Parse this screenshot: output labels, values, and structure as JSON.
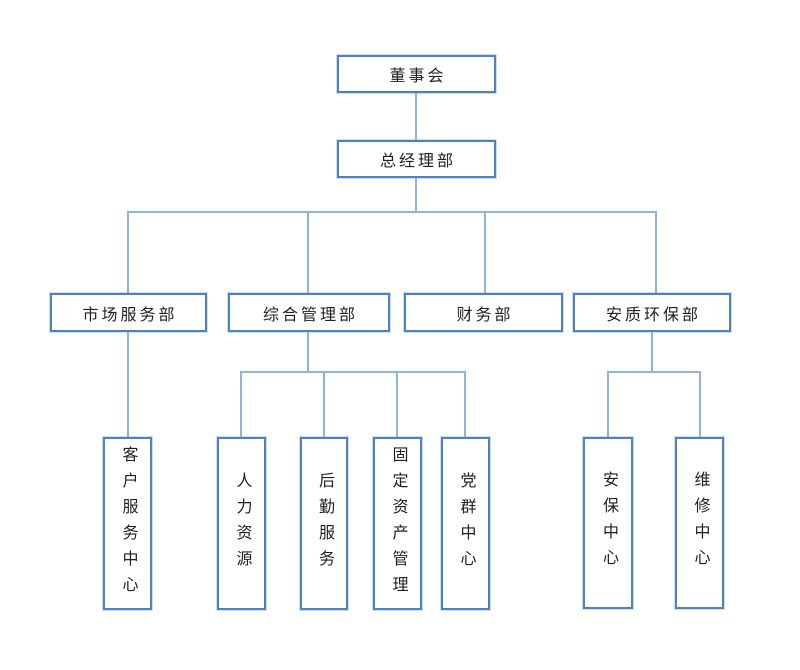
{
  "colors": {
    "box_border": "#4f81bd",
    "connector": "#8fb4de",
    "text": "#212121",
    "background": "#ffffff"
  },
  "org_chart": {
    "root": {
      "label": "董事会"
    },
    "level2": {
      "label": "总经理部"
    },
    "departments": [
      {
        "label": "市场服务部"
      },
      {
        "label": "综合管理部"
      },
      {
        "label": "财务部"
      },
      {
        "label": "安质环保部"
      }
    ],
    "units": [
      {
        "label": "客户服务中心",
        "parent": "市场服务部"
      },
      {
        "label": "人力资源",
        "parent": "综合管理部"
      },
      {
        "label": "后勤服务",
        "parent": "综合管理部"
      },
      {
        "label": "固定资产管理",
        "parent": "综合管理部"
      },
      {
        "label": "党群中心",
        "parent": "综合管理部"
      },
      {
        "label": "安保中心",
        "parent": "安质环保部"
      },
      {
        "label": "维修中心",
        "parent": "安质环保部"
      }
    ]
  }
}
